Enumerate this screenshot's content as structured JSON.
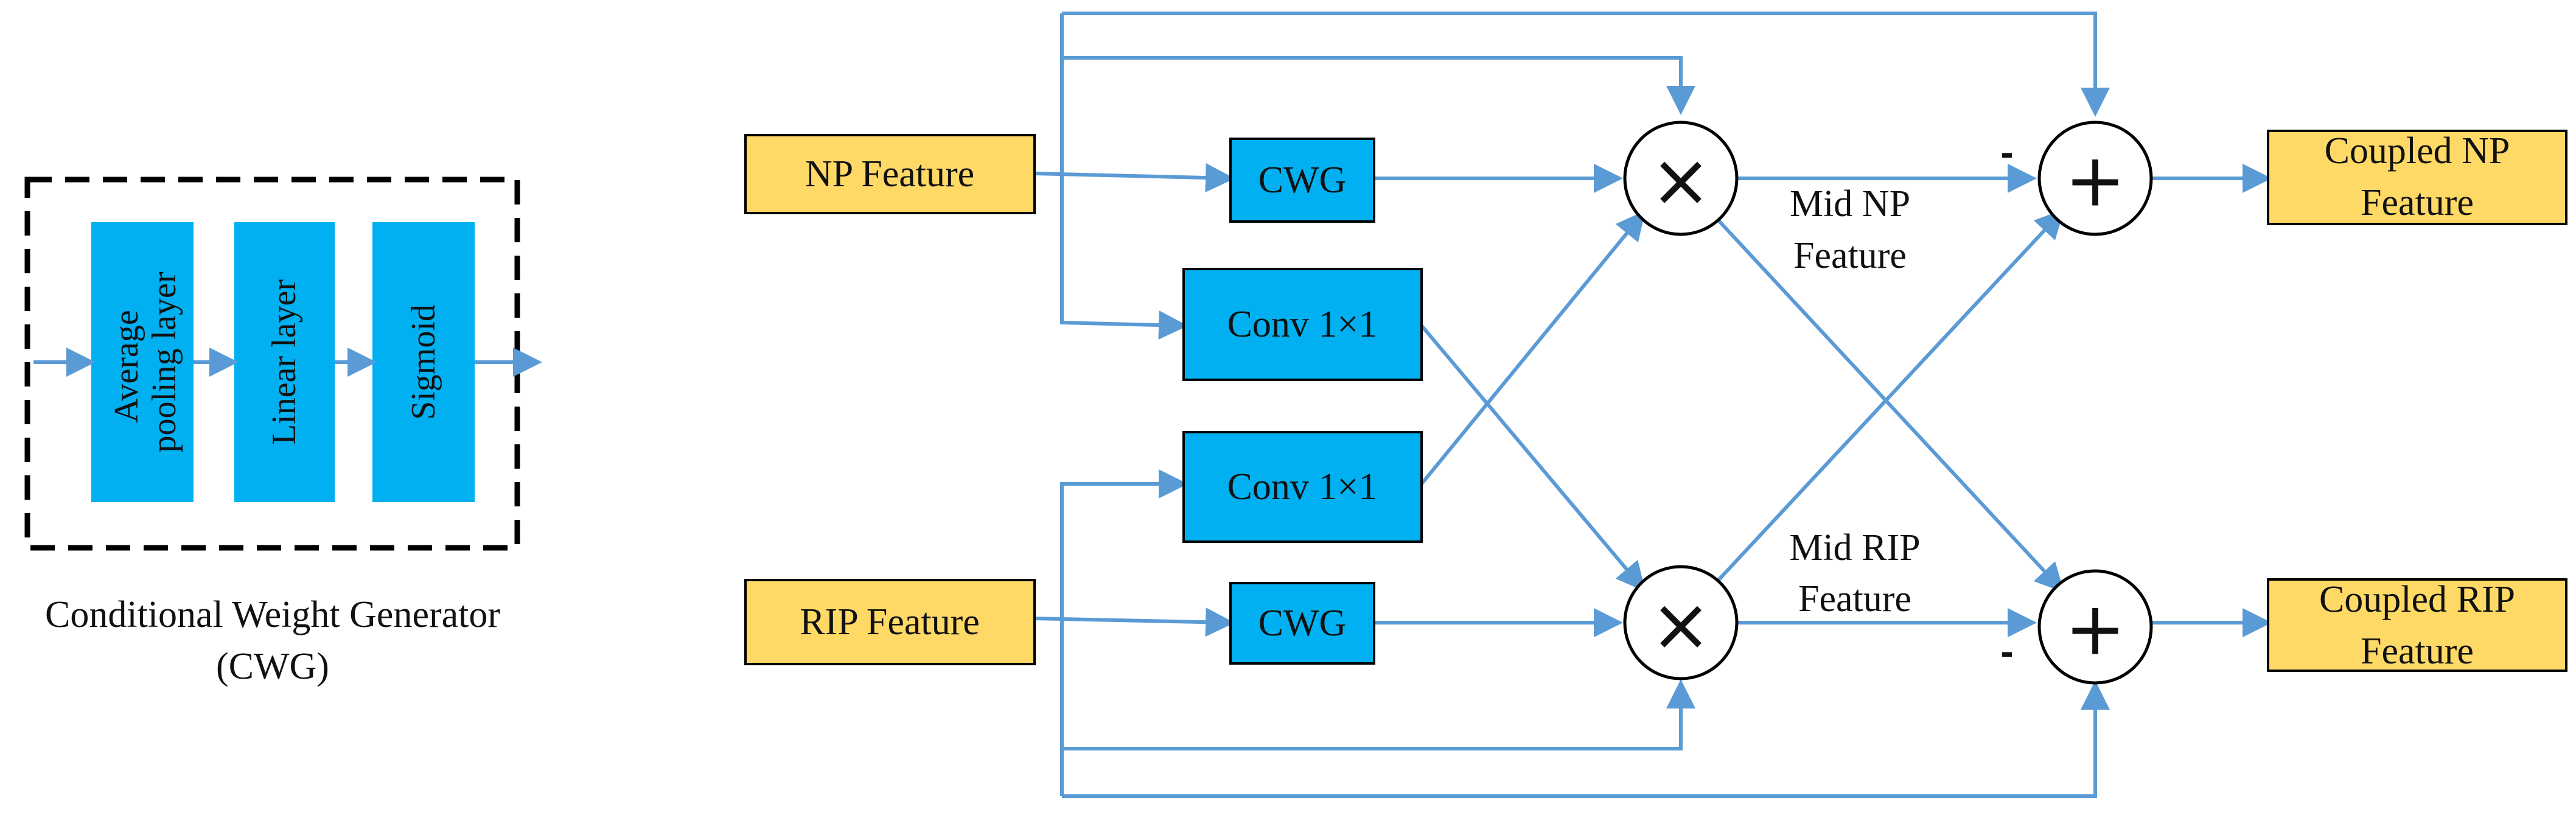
{
  "cwg_detail": {
    "layers": [
      "Average pooling layer",
      "Linear layer",
      "Sigmoid"
    ],
    "caption_line1": "Conditional Weight Generator",
    "caption_line2": "(CWG)"
  },
  "inputs": {
    "np": "NP Feature",
    "rip": "RIP Feature"
  },
  "blocks": {
    "cwg_top": "CWG",
    "cwg_bottom": "CWG",
    "conv_top": "Conv 1×1",
    "conv_bottom": "Conv 1×1"
  },
  "operators": {
    "multiply_top": "×",
    "multiply_bottom": "×",
    "add_top": "+",
    "add_bottom": "+"
  },
  "mid_labels": {
    "np_line1": "Mid NP",
    "np_line2": "Feature",
    "rip_line1": "Mid RIP",
    "rip_line2": "Feature"
  },
  "signs": {
    "top_minus": "-",
    "bottom_minus": "-"
  },
  "outputs": {
    "np_line1": "Coupled NP",
    "np_line2": "Feature",
    "rip_line1": "Coupled RIP",
    "rip_line2": "Feature"
  },
  "colors": {
    "feature_fill": "#FFD966",
    "block_fill": "#00B0F0",
    "arrow": "#5B9BD5",
    "outline": "#000000"
  }
}
